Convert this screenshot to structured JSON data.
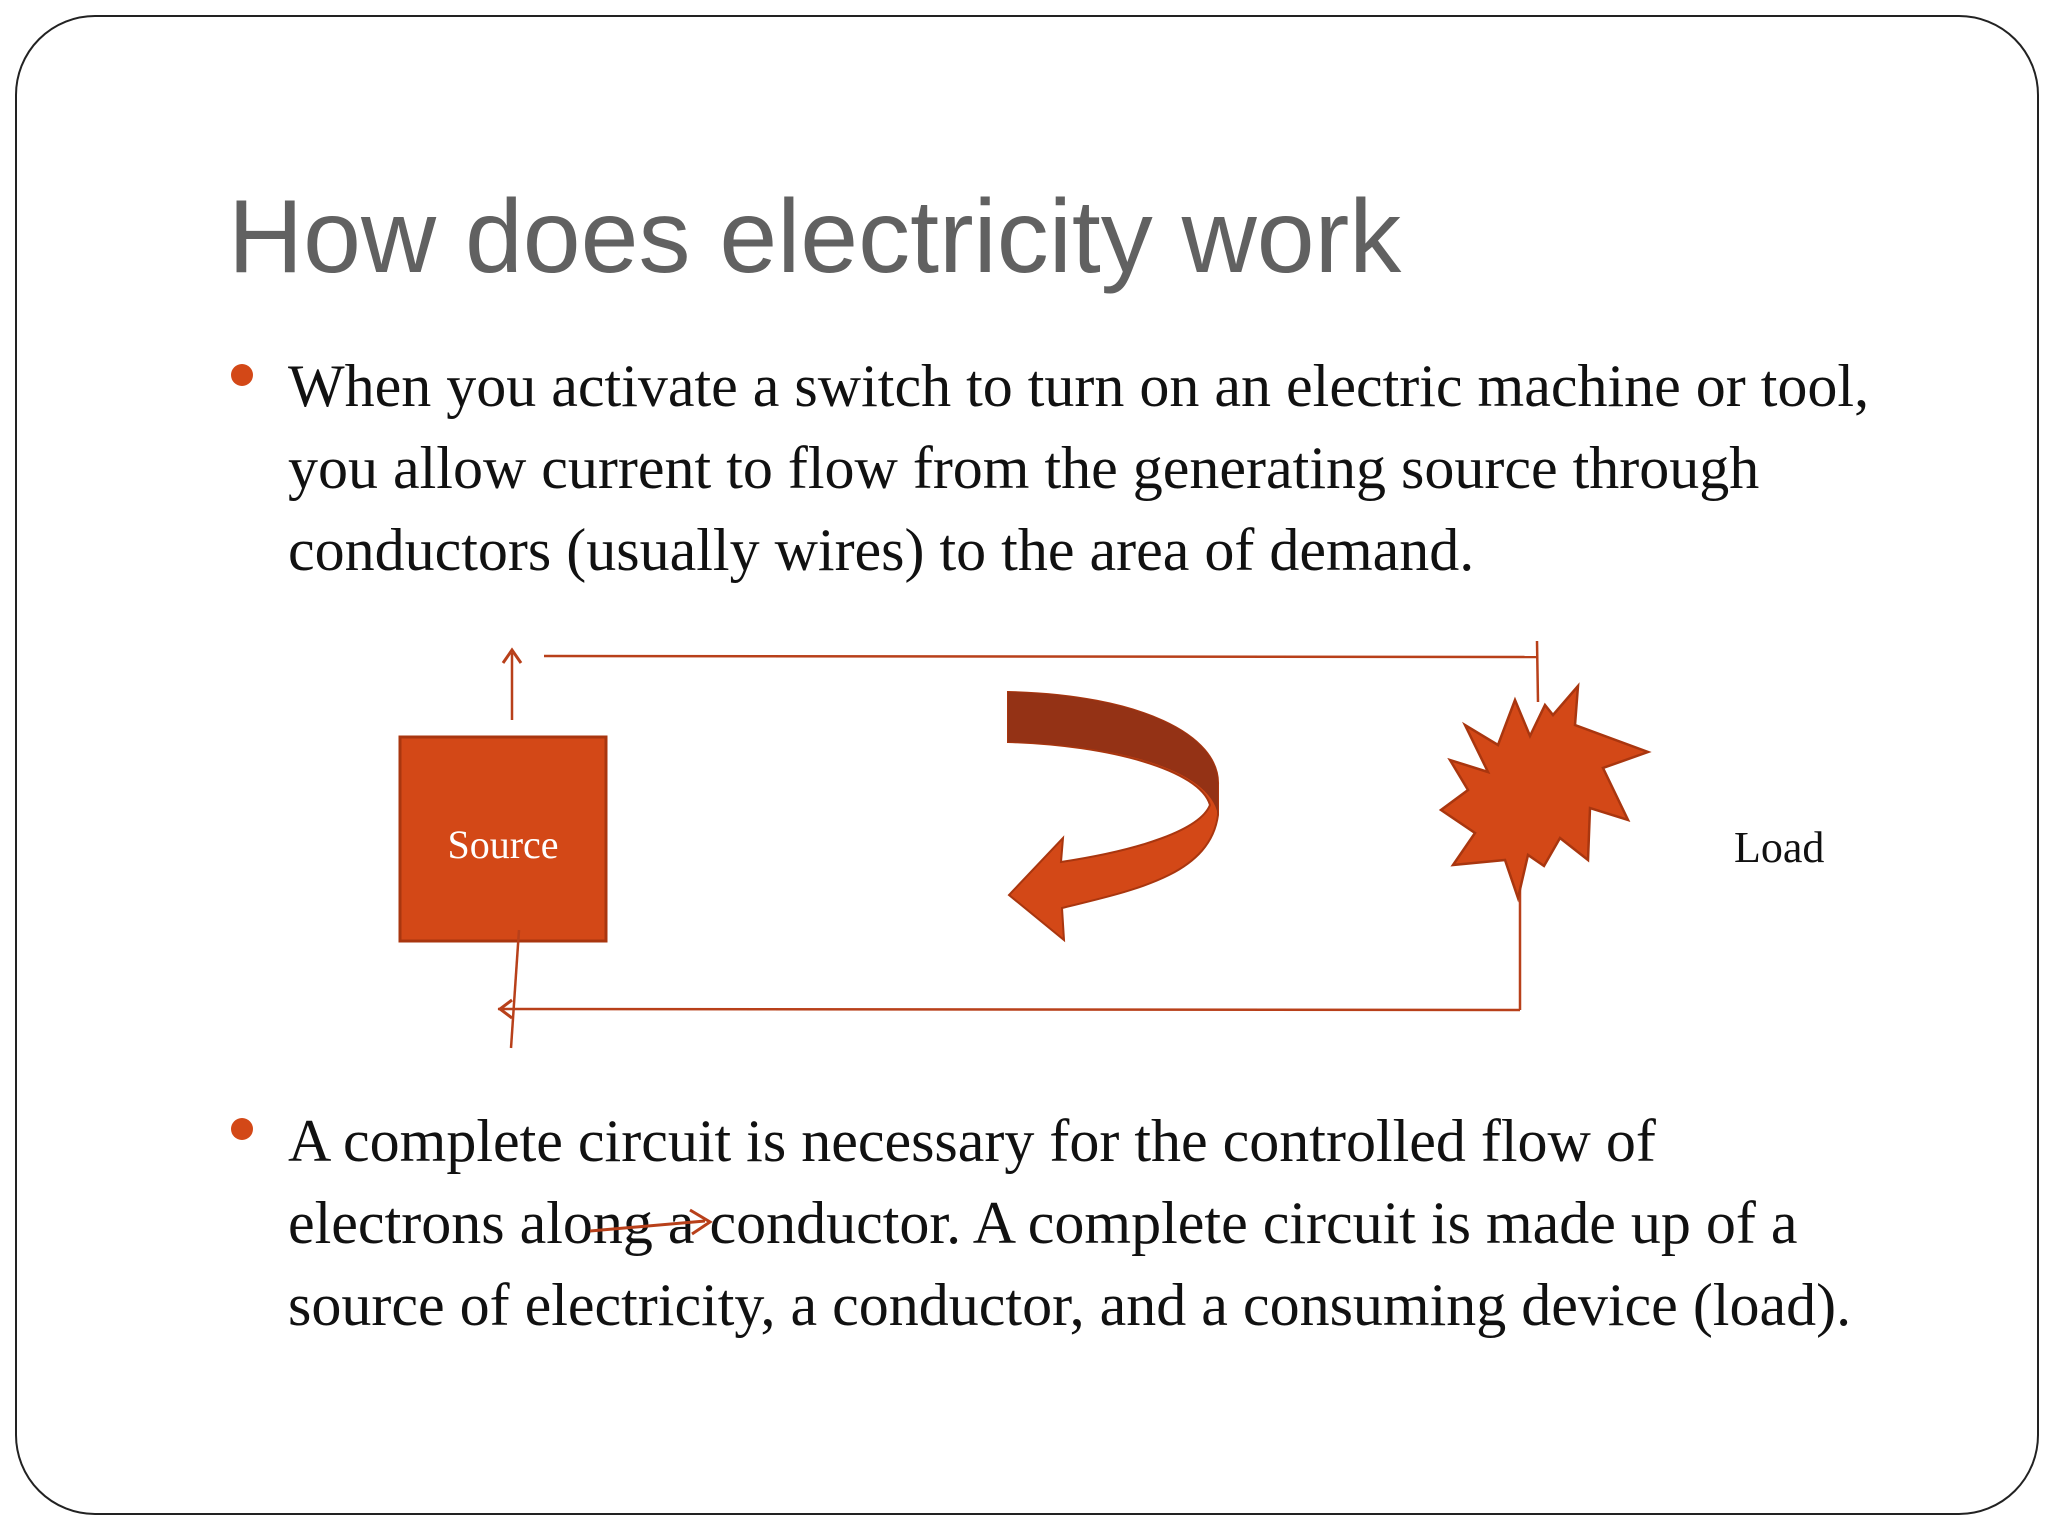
{
  "slide": {
    "title": "How does electricity work",
    "bullets": [
      {
        "lines": [
          "When you activate a switch to turn on an electric machine or tool,",
          "you allow current to flow from the generating source through",
          "conductors (usually wires) to the area of demand."
        ]
      },
      {
        "lines": [
          "A complete circuit is necessary for the controlled flow of",
          "electrons along a conductor. A complete circuit is made up of a",
          "source of electricity, a conductor, and a consuming device (load)."
        ]
      }
    ]
  },
  "diagram": {
    "source_label": "Source",
    "load_label": "Load",
    "source_icon": "square-box",
    "load_icon": "starburst-explosion",
    "flow_icon": "curved-arrow"
  },
  "colors": {
    "accent": "#D34817",
    "accent_dark": "#943215",
    "title_gray": "#616161",
    "wire": "#B8401A"
  }
}
